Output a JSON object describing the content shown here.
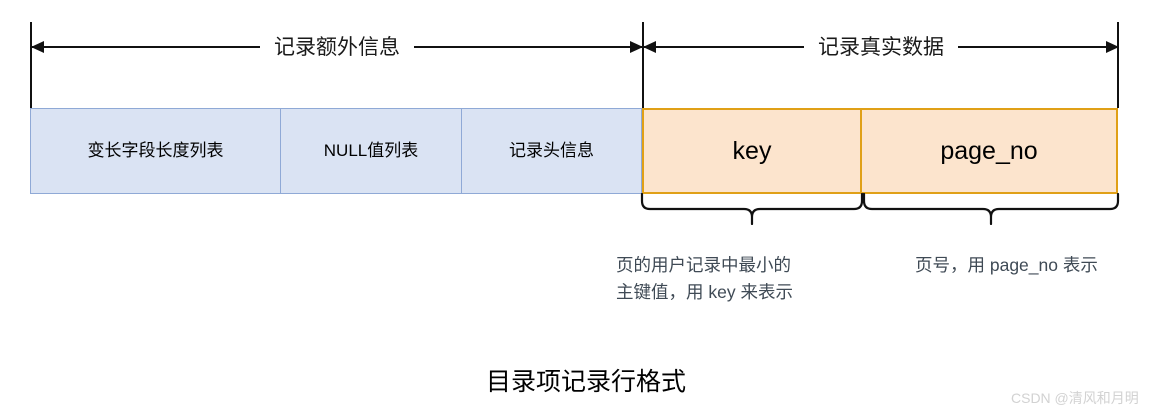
{
  "figure": {
    "title": "目录项记录行格式",
    "watermark": "CSDN @清风和月明"
  },
  "spans": [
    {
      "key": "extra_info",
      "label": "记录额外信息"
    },
    {
      "key": "real_data",
      "label": "记录真实数据"
    }
  ],
  "record_row": {
    "extra_cells": [
      {
        "label": "变长字段长度列表"
      },
      {
        "label": "NULL值列表"
      },
      {
        "label": "记录头信息"
      }
    ],
    "data_cells": [
      {
        "label": "key"
      },
      {
        "label": "page_no"
      }
    ]
  },
  "annotations": [
    {
      "for": "key",
      "text": "页的用户记录中最小的\n主键值，用 key 来表示"
    },
    {
      "for": "page_no",
      "text": "页号，用 page_no 表示"
    }
  ],
  "colors": {
    "extra_fill": "#dae3f3",
    "extra_stroke": "#8fa9d6",
    "data_fill": "#fce4cd",
    "data_stroke": "#e0a017",
    "line": "#111111",
    "caption_text": "#3f4a55",
    "watermark_text": "#d2d2d2"
  }
}
